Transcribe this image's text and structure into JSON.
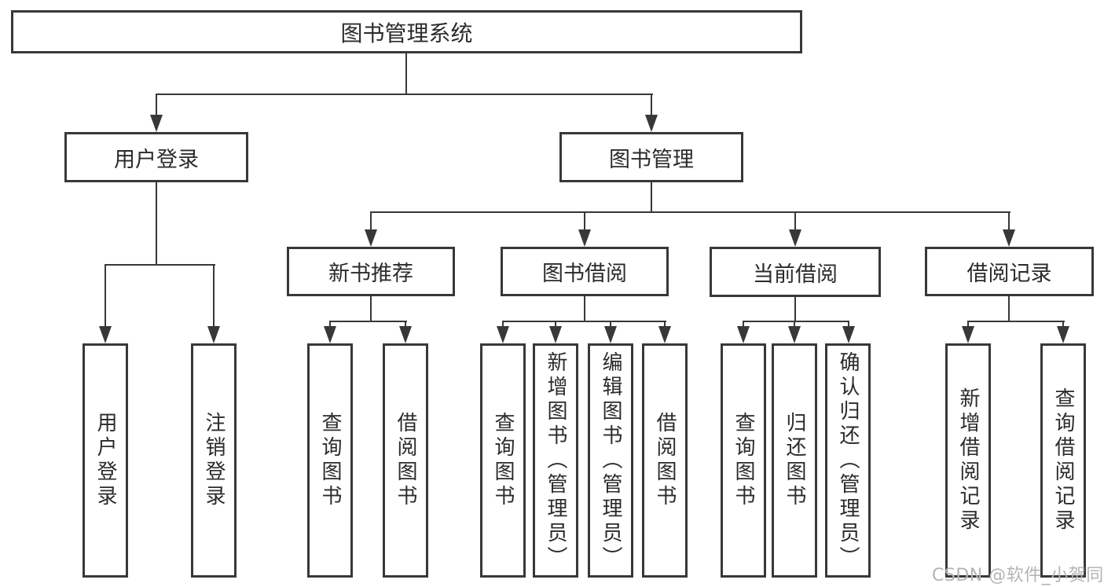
{
  "tree": {
    "root": "图书管理系统",
    "level2": [
      {
        "label": "用户登录",
        "leaves": [
          "用户登录",
          "注销登录"
        ]
      },
      {
        "label": "图书管理",
        "groups": [
          {
            "label": "新书推荐",
            "leaves": [
              "查询图书",
              "借阅图书"
            ]
          },
          {
            "label": "图书借阅",
            "leaves": [
              "查询图书",
              "新增图书（管理员）",
              "编辑图书（管理员）",
              "借阅图书"
            ]
          },
          {
            "label": "当前借阅",
            "leaves": [
              "查询图书",
              "归还图书",
              "确认归还（管理员）"
            ]
          },
          {
            "label": "借阅记录",
            "leaves": [
              "新增借阅记录",
              "查询借阅记录"
            ]
          }
        ]
      }
    ]
  },
  "watermark": "CSDN @软件_小贺同学",
  "colors": {
    "line": "#383838",
    "text": "#2b2b2b",
    "watermark": "#b4b4b4",
    "background": "#ffffff"
  }
}
